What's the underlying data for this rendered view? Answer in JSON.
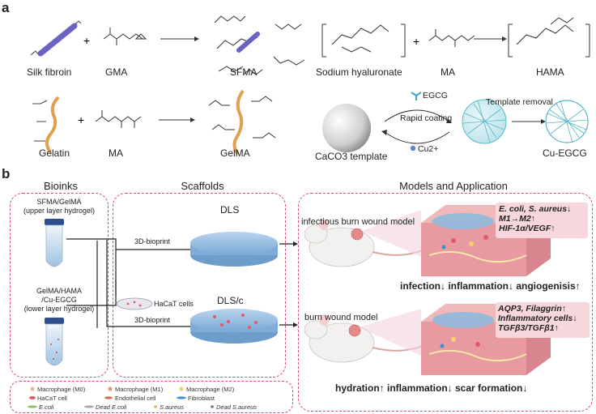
{
  "panel_a": {
    "letter": "a",
    "row1": {
      "silk_fibroin": "Silk fibroin",
      "gma": "GMA",
      "sfma": "SFMA",
      "sodium_hyaluronate": "Sodium hyaluronate",
      "ma": "MA",
      "hama": "HAMA",
      "plus": "+"
    },
    "row2": {
      "gelatin": "Gelatin",
      "ma": "MA",
      "gelma": "GelMA",
      "caco3_template": "CaCO3 template",
      "egcg": "EGCG",
      "rapid_coating": "Rapid coating",
      "cu": "Cu2+",
      "template_removal": "Template removal",
      "cu_egcg": "Cu-EGCG",
      "plus": "+"
    }
  },
  "panel_b": {
    "letter": "b",
    "bioinks": {
      "title": "Bioinks",
      "upper": [
        "SFMA/GelMA",
        "(upper layer hydrogel)"
      ],
      "lower": [
        "GelMA/HAMA",
        "/Cu-EGCG",
        "(lower layer hydrogel)"
      ]
    },
    "scaffolds": {
      "title": "Scaffolds",
      "dls": "DLS",
      "dlsc": "DLS/c",
      "bioprint": "3D-bioprint",
      "hacat": "HaCaT cells"
    },
    "models": {
      "title": "Models and Application",
      "model1": "infectious burn wound model",
      "model1_effects": [
        "E. coli, S. aureus↓",
        "M1→M2↑",
        "HIF-1α/VEGF↑"
      ],
      "model1_outcome": "infection↓  inflammation↓  angiogenisis↑",
      "model2": "burn wound model",
      "model2_effects": [
        "AQP3, Filaggrin↑",
        "Inflammatory cells↓",
        "TGFβ3/TGFβ1↑"
      ],
      "model2_outcome": "hydration↑  inflammation↓  scar  formation↓"
    },
    "legend": {
      "m0": "Macrophage (M0)",
      "m1": "Macrophage (M1)",
      "m2": "Macrophage (M2)",
      "hacat": "HaCaT cell",
      "endothelial": "Endothelial cell",
      "fibroblast": "Fibroblast",
      "ecoli": "E.coli",
      "dead_ecoli": "Dead E.coli",
      "saureus": "S.aureus",
      "dead_saureus": "Dead S.aureus"
    }
  },
  "colors": {
    "dash": "#d64b7a",
    "scaffold": "#8fb9dd",
    "sf_chain": "#6b63c4",
    "gelatin_chain": "#e0a04d",
    "effects_bg": "#f7d6dc",
    "tissue": "#e79aa0",
    "egcg": "#3aa8c8"
  }
}
